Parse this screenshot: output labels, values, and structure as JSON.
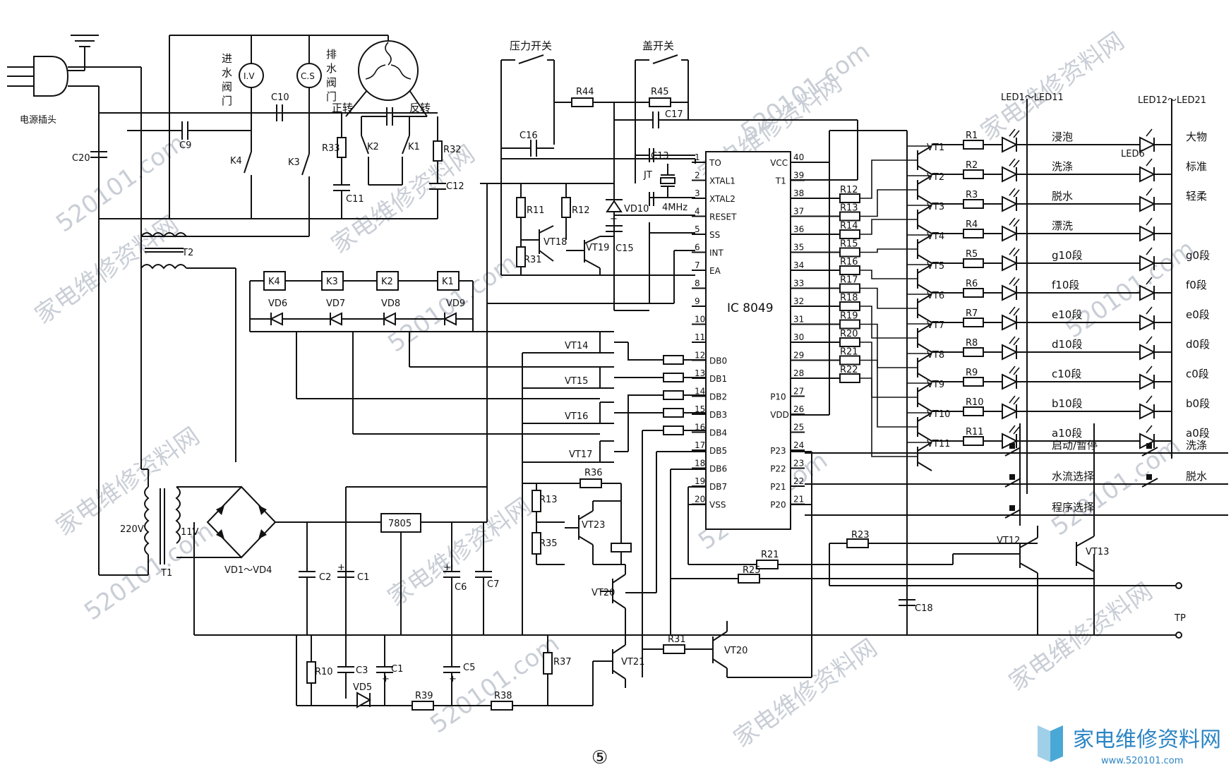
{
  "diagram": {
    "figure_number": "⑤",
    "ic": {
      "name": "IC 8049",
      "left_pins": [
        {
          "num": "1",
          "name": "TO"
        },
        {
          "num": "2",
          "name": "XTAL1"
        },
        {
          "num": "3",
          "name": "XTAL2"
        },
        {
          "num": "4",
          "name": "RESET"
        },
        {
          "num": "5",
          "name": "SS"
        },
        {
          "num": "6",
          "name": "INT"
        },
        {
          "num": "7",
          "name": "EA"
        },
        {
          "num": "8",
          "name": ""
        },
        {
          "num": "9",
          "name": ""
        },
        {
          "num": "10",
          "name": ""
        },
        {
          "num": "11",
          "name": ""
        },
        {
          "num": "12",
          "name": "DB0"
        },
        {
          "num": "13",
          "name": "DB1"
        },
        {
          "num": "14",
          "name": "DB2"
        },
        {
          "num": "15",
          "name": "DB3"
        },
        {
          "num": "16",
          "name": "DB4"
        },
        {
          "num": "17",
          "name": "DB5"
        },
        {
          "num": "18",
          "name": "DB6"
        },
        {
          "num": "19",
          "name": "DB7"
        },
        {
          "num": "20",
          "name": "VSS"
        }
      ],
      "right_pins": [
        {
          "num": "40",
          "name": "VCC"
        },
        {
          "num": "39",
          "name": "T1"
        },
        {
          "num": "38",
          "name": ""
        },
        {
          "num": "37",
          "name": ""
        },
        {
          "num": "36",
          "name": ""
        },
        {
          "num": "35",
          "name": ""
        },
        {
          "num": "34",
          "name": ""
        },
        {
          "num": "33",
          "name": ""
        },
        {
          "num": "32",
          "name": ""
        },
        {
          "num": "31",
          "name": ""
        },
        {
          "num": "30",
          "name": ""
        },
        {
          "num": "29",
          "name": ""
        },
        {
          "num": "28",
          "name": ""
        },
        {
          "num": "27",
          "name": "P10"
        },
        {
          "num": "26",
          "name": "VDD"
        },
        {
          "num": "25",
          "name": ""
        },
        {
          "num": "24",
          "name": "P23"
        },
        {
          "num": "23",
          "name": "P22"
        },
        {
          "num": "22",
          "name": "P21"
        },
        {
          "num": "21",
          "name": "P20"
        }
      ]
    },
    "power_section": {
      "plug": "电源插头",
      "plug_cap": "C20",
      "transformer_t1": "T1",
      "transformer_t2": "T2",
      "primary_voltage": "220V",
      "secondary_voltage": "11V",
      "rectifier": "VD1～VD4",
      "regulator": "7805"
    },
    "motor_section": {
      "inlet_valve_lines": [
        "进",
        "水",
        "阀",
        "门"
      ],
      "inlet_valve_symbol": "I.V",
      "drain_valve_lines": [
        "排",
        "水",
        "阀",
        "门"
      ],
      "drain_valve_symbol": "C.S",
      "forward": "正转",
      "reverse": "反转",
      "labels": [
        "C9",
        "C10",
        "K4",
        "K3",
        "R33",
        "C11",
        "K2",
        "K1",
        "R32",
        "C12"
      ]
    },
    "switches": {
      "pressure_switch": "压力开关",
      "lid_switch": "盖开关"
    },
    "relays": [
      "K4",
      "K3",
      "K2",
      "K1"
    ],
    "relay_diodes": [
      "VD6",
      "VD7",
      "VD8",
      "VD9"
    ],
    "driver_transistors": [
      "VT14",
      "VT15",
      "VT16",
      "VT17"
    ],
    "db_resistors_count": 5,
    "clock_components": [
      "C16",
      "R44",
      "R45",
      "C17",
      "C13",
      "JT",
      "4MHz",
      "VD10",
      "R11",
      "R12",
      "R31",
      "VT18",
      "VT19",
      "C15"
    ],
    "reset_components": [
      "R36",
      "R13",
      "R35",
      "VT23",
      "VT20",
      "R37",
      "VT21",
      "R31",
      "VT20"
    ],
    "supply_components": [
      "C2",
      "C1",
      "C6",
      "C7",
      "R10",
      "C3",
      "C1",
      "C5",
      "VD5",
      "R39",
      "R38"
    ],
    "port_resistors": [
      "R12",
      "R13",
      "R14",
      "R15",
      "R16",
      "R17",
      "R18",
      "R19",
      "R20",
      "R21",
      "R22"
    ],
    "led_transistors": [
      "VT1",
      "VT2",
      "VT3",
      "VT4",
      "VT5",
      "VT6",
      "VT7",
      "VT8",
      "VT9",
      "VT10",
      "VT11"
    ],
    "led_resistors": [
      "R1",
      "R2",
      "R3",
      "R4",
      "R5",
      "R6",
      "R7",
      "R8",
      "R9",
      "R10",
      "R11"
    ],
    "led_group1_title": "LED1～LED11",
    "led_group2_title": "LED12～LED21",
    "led6_label": "LED6",
    "led_labels_left": [
      "浸泡",
      "洗涤",
      "脱水",
      "漂洗",
      "g10段",
      "f10段",
      "e10段",
      "d10段",
      "c10段",
      "b10段",
      "a10段"
    ],
    "led_labels_right": [
      "大物",
      "标准",
      "轻柔",
      "",
      "g0段",
      "f0段",
      "e0段",
      "d0段",
      "c0段",
      "b0段",
      "a0段"
    ],
    "keys_left": [
      "启动/暂停",
      "水流选择",
      "程序选择"
    ],
    "keys_right": [
      "洗涤",
      "脱水"
    ],
    "bottom_components": [
      "R23",
      "R21",
      "R25",
      "C18",
      "VT12",
      "VT13"
    ],
    "test_point": "TP",
    "watermark_url": "520101.com",
    "watermark_text": "家电维修资料网",
    "logo_text": "家电维修资料网",
    "logo_url": "www.520101.com"
  }
}
